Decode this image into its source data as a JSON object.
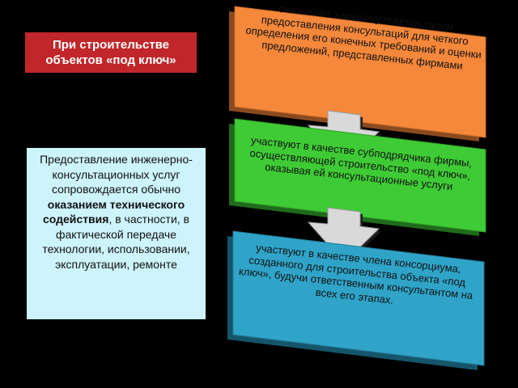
{
  "title": "При строительстве объектов «под ключ»",
  "description": {
    "part1": "Предоставление инженерно-консультационных услуг сопровождается обычно ",
    "bold": "оказанием технического содействия",
    "part2": ", в частности, в фактической передаче технологии, использовании, эксплуатации, ремонте"
  },
  "blocks": [
    {
      "text": "оказывают заказчику помощь путем предоставления консультаций для четкого определения его конечных требований и оценки предложений, представленных фирмами",
      "color": "#f5883b"
    },
    {
      "text": "участвуют в качестве субподрядчика фирмы, осуществляющей строительство «под ключ», оказывая ей консультационные услуги",
      "color": "#3fcb35"
    },
    {
      "text": "участвуют в качестве члена консорциума, созданного для строительства объекта «под ключ», будучи ответственным консультантом на всех его этапах.",
      "color": "#2fa4c8"
    }
  ],
  "colors": {
    "title_bg": "#c0262a",
    "desc_bg": "#cdf3fb",
    "arrow": "#d9d9d9"
  }
}
